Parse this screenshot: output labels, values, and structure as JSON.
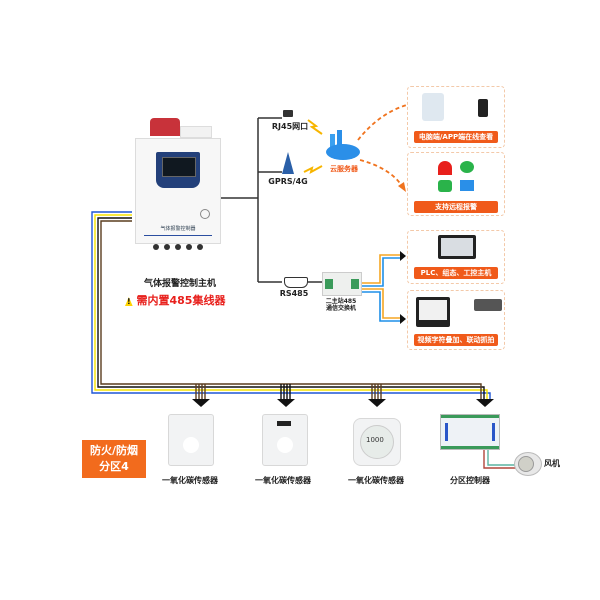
{
  "title": "气体报警控制系统拓扑图",
  "controller": {
    "panel_label": "气体报警控制器",
    "name": "气体报警控制主机",
    "warning": "需内置485集线器"
  },
  "network": {
    "rj45_label": "RJ45网口",
    "gprs_label": "GPRS/4G",
    "cloud_label": "云服务器",
    "rs485_label": "RS485",
    "switch_label_line1": "二主站485",
    "switch_label_line2": "通信交换机"
  },
  "outputs": [
    {
      "banner": "电脑端/APP端在线查看"
    },
    {
      "banner": "支持远程报警"
    },
    {
      "banner": "PLC、组态、工控主机"
    },
    {
      "banner": "视频字符叠加、联动抓拍"
    }
  ],
  "zone": {
    "line1": "防火/防烟",
    "line2": "分区4",
    "color": "#f26b1d"
  },
  "devices": [
    {
      "label": "一氧化碳传感器"
    },
    {
      "label": "一氧化碳传感器"
    },
    {
      "label": "一氧化碳传感器",
      "display": "1000"
    },
    {
      "label": "分区控制器"
    }
  ],
  "fan": {
    "label": "风机"
  },
  "colors": {
    "accent_orange": "#f05a1a",
    "warning_red": "#e8201c",
    "wire_blue": "#1f56d6",
    "wire_yellow": "#f5e400",
    "wire_black": "#111111",
    "wire_brown": "#5a3d1e",
    "cloud_blue": "#2b8fe8"
  }
}
